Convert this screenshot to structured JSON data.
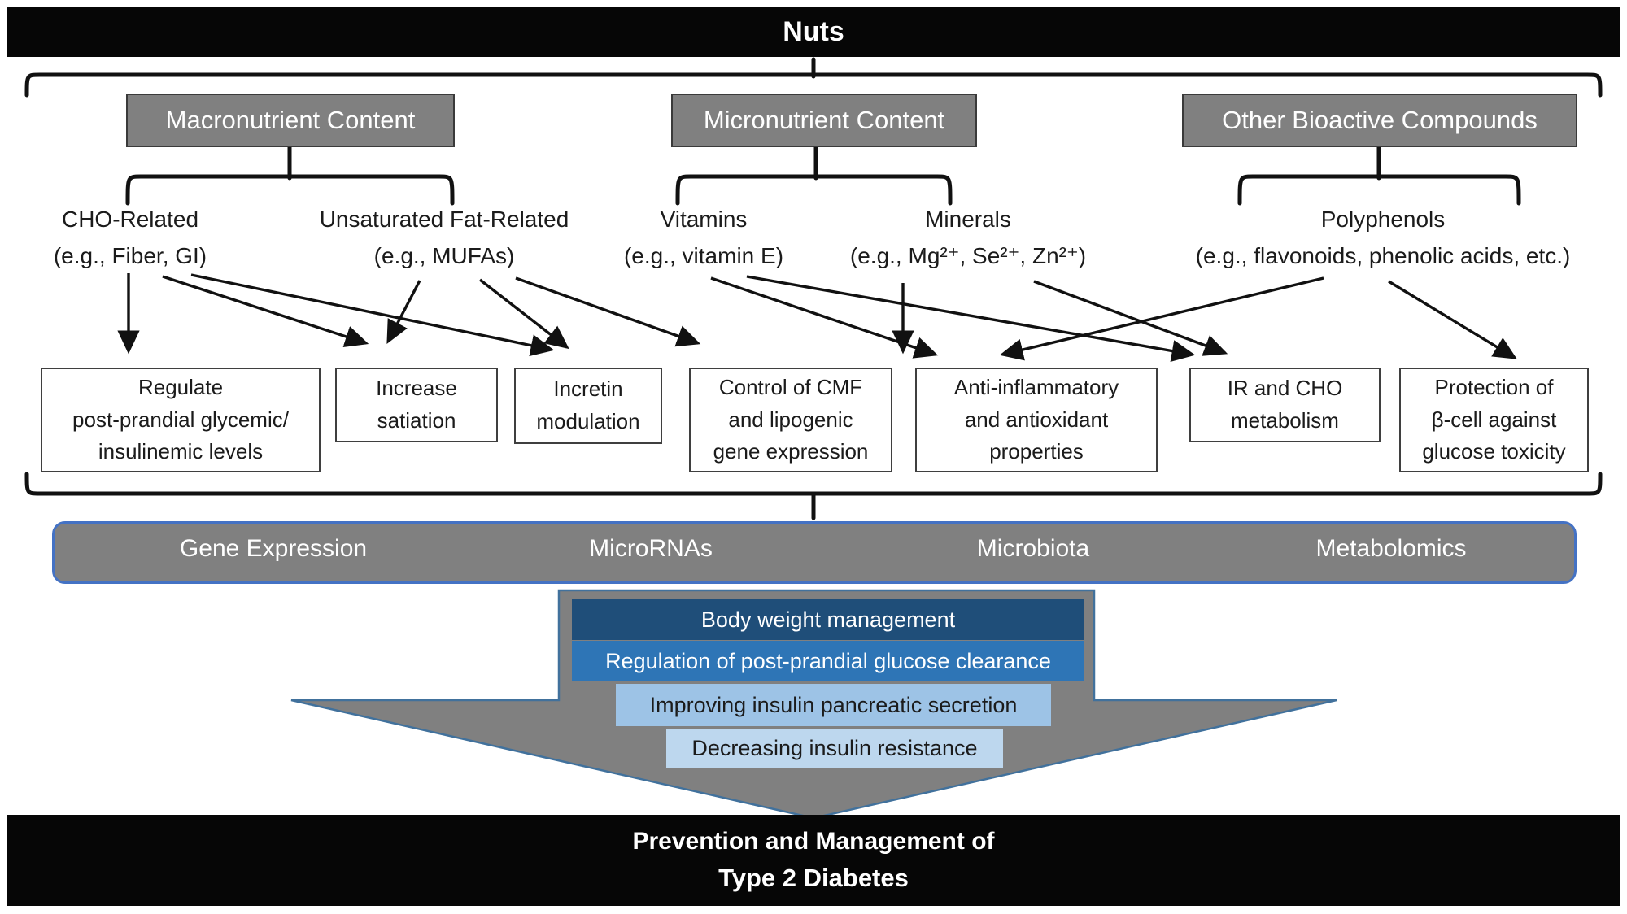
{
  "title": "Nuts",
  "top_categories": [
    {
      "label": "Macronutrient Content"
    },
    {
      "label": "Micronutrient Content"
    },
    {
      "label": "Other Bioactive Compounds"
    }
  ],
  "subcategories": [
    {
      "text": "CHO-Related\n(e.g., Fiber, GI)"
    },
    {
      "text": "Unsaturated Fat-Related\n(e.g., MUFAs)"
    },
    {
      "text": "Vitamins\n(e.g., vitamin E)"
    },
    {
      "text": "Minerals\n(e.g., Mg²⁺, Se²⁺, Zn²⁺)"
    },
    {
      "text": "Polyphenols\n(e.g., flavonoids, phenolic acids, etc.)"
    }
  ],
  "mechanism_boxes": [
    {
      "text": "Regulate\npost-prandial glycemic/\ninsulinemic levels"
    },
    {
      "text": "Increase\nsatiation"
    },
    {
      "text": "Incretin\nmodulation"
    },
    {
      "text": "Control of CMF\nand lipogenic\ngene expression"
    },
    {
      "text": "Anti-inflammatory\nand antioxidant\nproperties"
    },
    {
      "text": "IR and CHO\nmetabolism"
    },
    {
      "text": "Protection of\nβ-cell against\nglucose toxicity"
    }
  ],
  "edges": [
    {
      "from": "CHO-Related",
      "to": "Regulate post-prandial glycemic/insulinemic levels"
    },
    {
      "from": "CHO-Related",
      "to": "Increase satiation"
    },
    {
      "from": "CHO-Related",
      "to": "Incretin modulation"
    },
    {
      "from": "Unsaturated Fat-Related",
      "to": "Increase satiation"
    },
    {
      "from": "Unsaturated Fat-Related",
      "to": "Incretin modulation"
    },
    {
      "from": "Unsaturated Fat-Related",
      "to": "Control of CMF and lipogenic gene expression"
    },
    {
      "from": "Vitamins",
      "to": "Anti-inflammatory and antioxidant properties"
    },
    {
      "from": "Vitamins",
      "to": "IR and CHO metabolism"
    },
    {
      "from": "Minerals",
      "to": "Anti-inflammatory and antioxidant properties"
    },
    {
      "from": "Minerals",
      "to": "IR and CHO metabolism"
    },
    {
      "from": "Polyphenols",
      "to": "Anti-inflammatory and antioxidant properties"
    },
    {
      "from": "Polyphenols",
      "to": "Protection of β-cell against glucose toxicity"
    }
  ],
  "omics_bar": [
    "Gene Expression",
    "MicroRNAs",
    "Microbiota",
    "Metabolomics"
  ],
  "outcome_steps": [
    "Body weight management",
    "Regulation of post-prandial glucose clearance",
    "Improving insulin pancreatic secretion",
    "Decreasing insulin resistance"
  ],
  "footer": {
    "line1": "Prevention and Management of",
    "line2": "Type 2 Diabetes"
  },
  "colors": {
    "header_footer": "#060606",
    "category_gray": "#808080",
    "omics_border_blue": "#4472C4",
    "big_arrow_gray": "#808080",
    "big_arrow_outline": "#41719C",
    "step1_dark_blue": "#1F4E79",
    "step2_medium_blue": "#2E75B6",
    "step3_light_blue": "#9DC3E6",
    "step4_pale_blue": "#BDD7EE"
  }
}
